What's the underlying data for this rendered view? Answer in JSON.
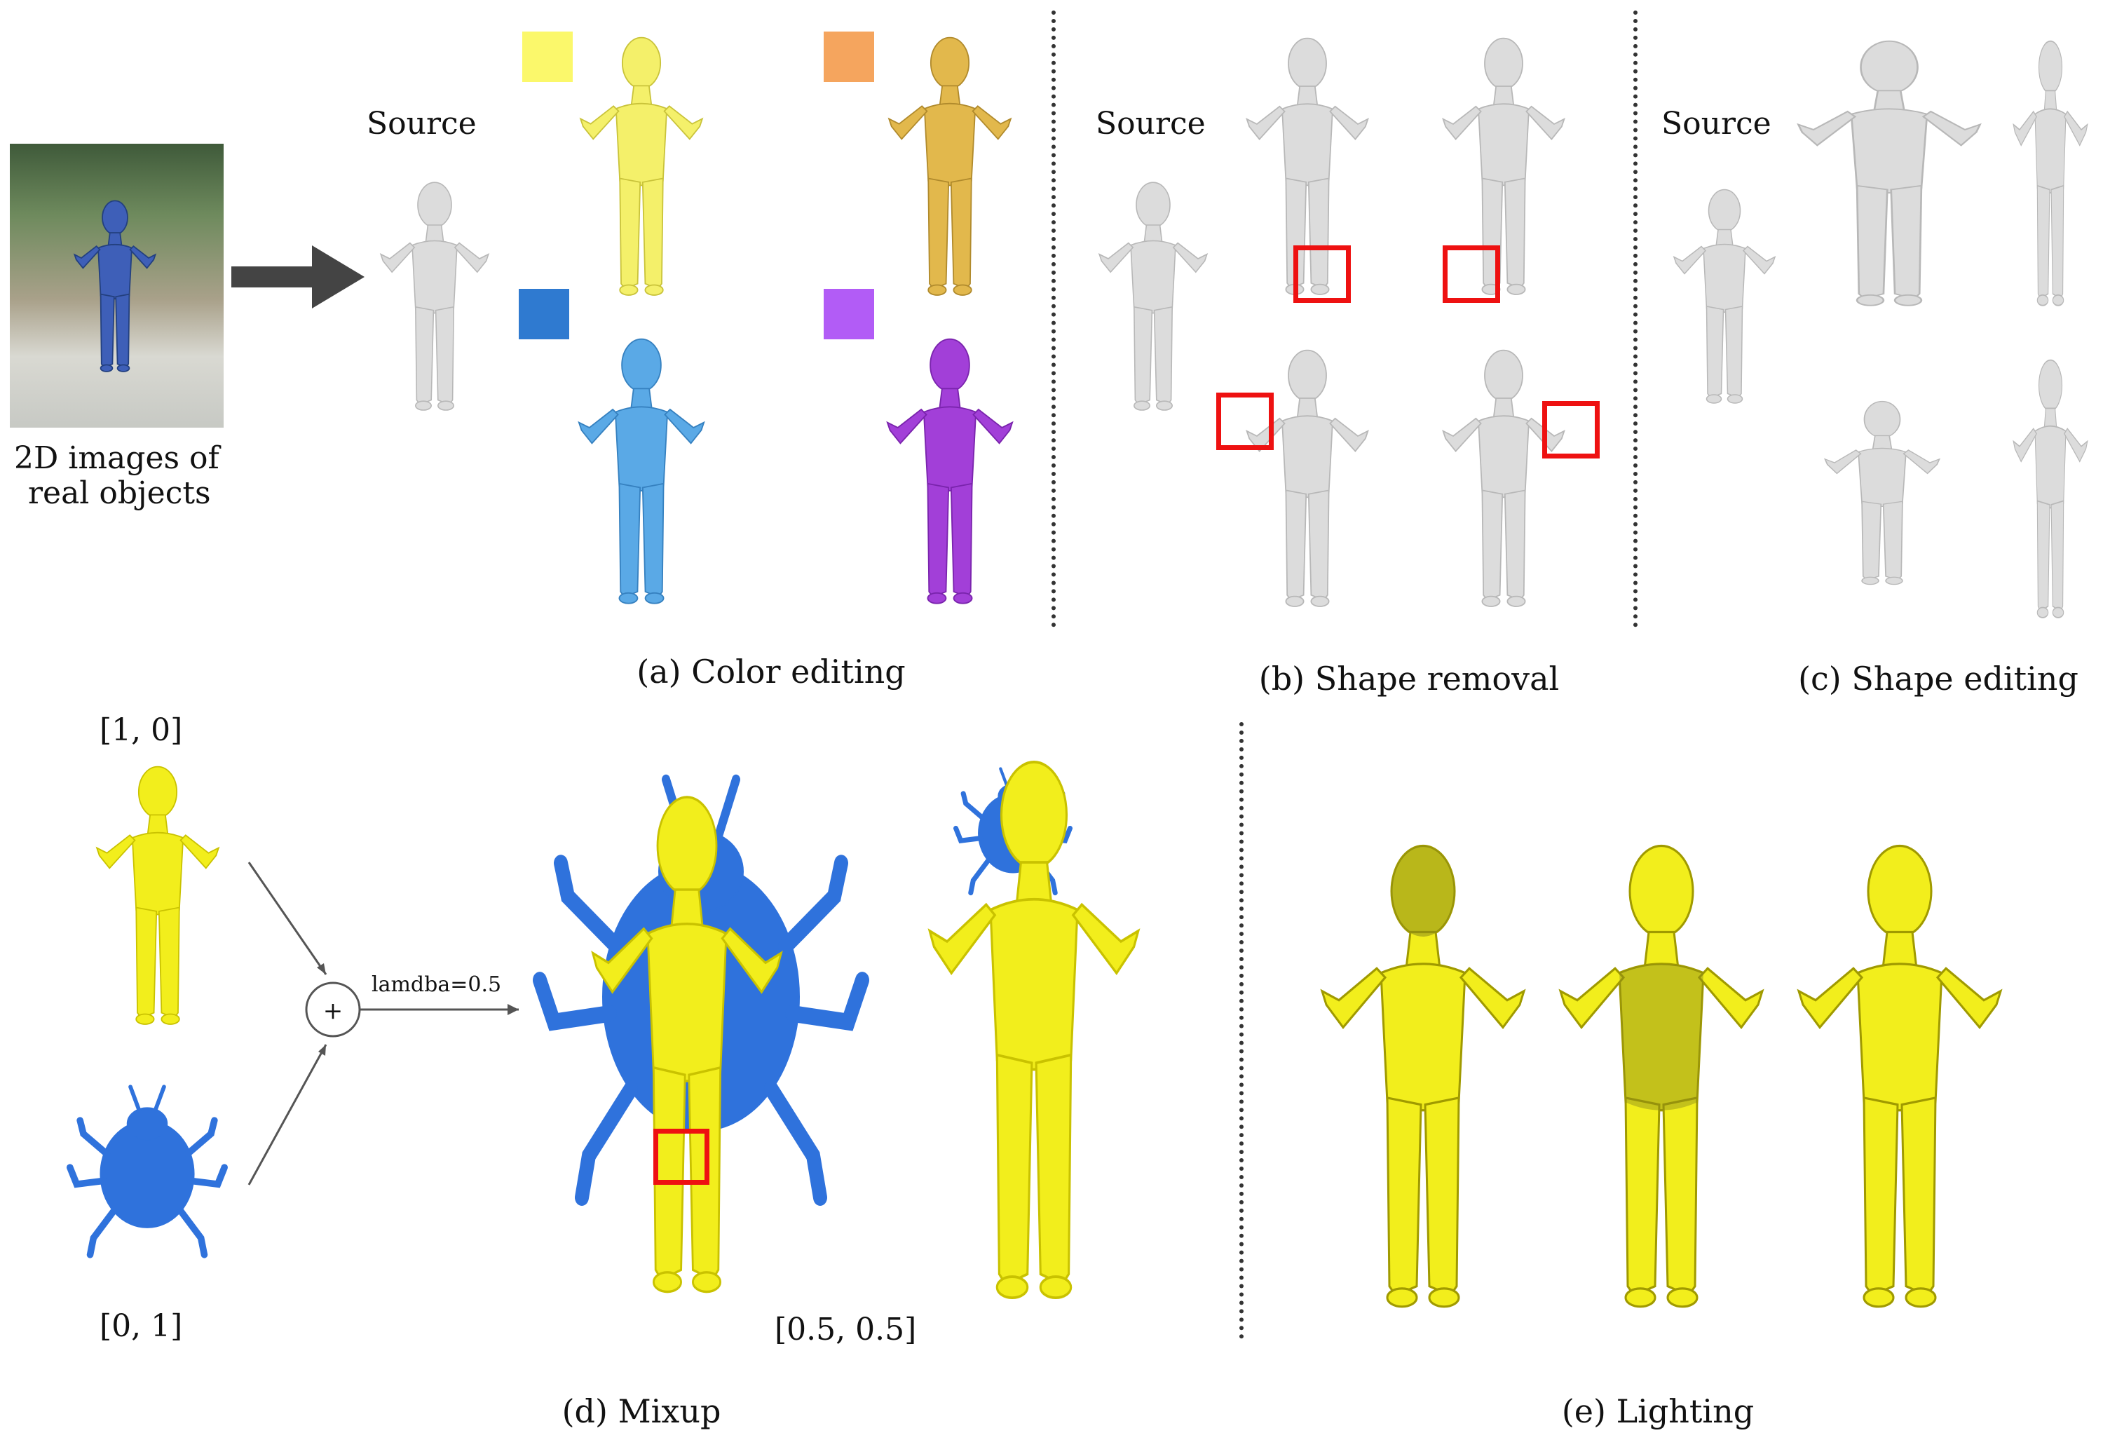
{
  "photo": {
    "caption_line1": "2D images of",
    "caption_line2": "real objects"
  },
  "colors": {
    "mesh_grey": "#dcdcdc",
    "mesh_grey_stroke": "#b8b8b8",
    "yellow": "#f4f06a",
    "yellow_strong": "#f2ee1c",
    "orange": "#e2b84c",
    "blue_light": "#5aa9e6",
    "purple": "#a23fd8",
    "bug_blue": "#2f72dc",
    "red": "#ee1111",
    "swatch_yellow": "#fbf86b",
    "swatch_orange": "#f5a55e",
    "swatch_blue": "#2f7ad0",
    "swatch_purple": "#b25cf6"
  },
  "panel_a": {
    "source_label": "Source",
    "caption": "(a) Color editing"
  },
  "panel_b": {
    "source_label": "Source",
    "caption": "(b) Shape removal"
  },
  "panel_c": {
    "source_label": "Source",
    "caption": "(c) Shape editing"
  },
  "panel_d": {
    "weight_top": "[1, 0]",
    "weight_bottom": "[0, 1]",
    "plus_symbol": "+",
    "lambda_label": "lamdba=0.5",
    "weight_result": "[0.5, 0.5]",
    "caption": "(d) Mixup"
  },
  "panel_e": {
    "caption": "(e) Lighting"
  }
}
